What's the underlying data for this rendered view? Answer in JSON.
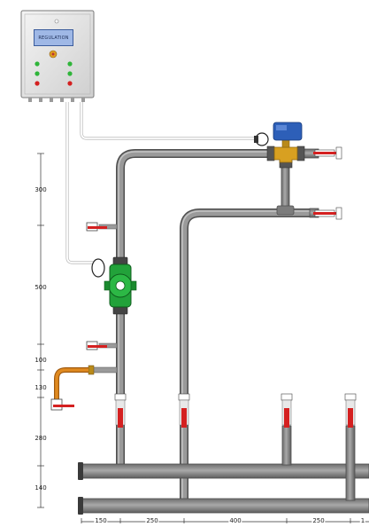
{
  "control_panel": {
    "screen_text": "REGULATION",
    "indicator_colors": [
      "#2fb53a",
      "#2fb53a",
      "#d42020",
      "#2fb53a",
      "#2fb53a",
      "#d42020"
    ],
    "knob_color": "#e0a020"
  },
  "dimensions": {
    "vertical": [
      "300",
      "500",
      "100",
      "130",
      "280",
      "140"
    ],
    "horizontal": [
      "150",
      "250",
      "400",
      "250",
      "1"
    ]
  },
  "colors": {
    "pipe": "#8c8c8c",
    "pipe_dark": "#555555",
    "pump_green": "#22a23a",
    "valve_actuator": "#2d5fb8",
    "valve_body": "#d8a021",
    "handle_red": "#d42020",
    "flex_hose": "#e08a20"
  }
}
